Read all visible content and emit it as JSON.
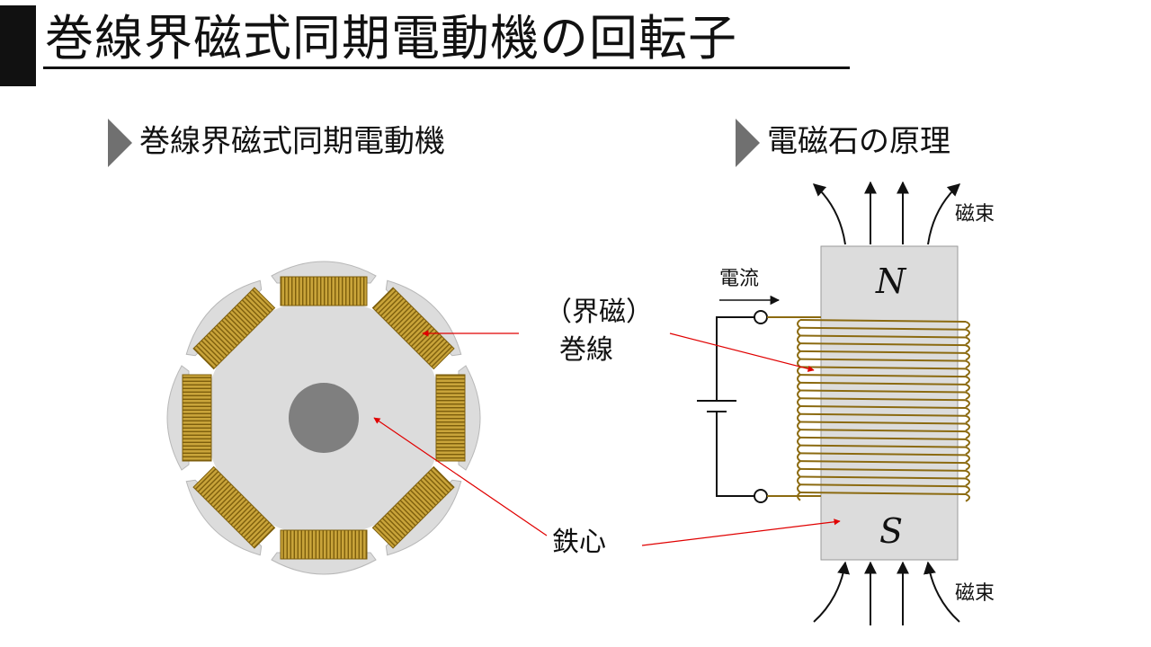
{
  "slide": {
    "title": "巻線界磁式同期電動機の回転子",
    "left_heading": "巻線界磁式同期電動機",
    "right_heading": "電磁石の原理"
  },
  "labels": {
    "winding_line1": "（界磁）",
    "winding_line2": "巻線",
    "iron_core": "鉄心",
    "current": "電流",
    "flux_top": "磁束",
    "flux_bottom": "磁束",
    "pole_n": "N",
    "pole_s": "S"
  },
  "colors": {
    "title_bar": "#111111",
    "triangle": "#707070",
    "iron": "#dcdcdc",
    "shaft": "#7f7f7f",
    "coil": "#8b6a10",
    "coil_highlight": "#d8b64a",
    "leader_line": "#e00000"
  },
  "icons": {
    "heading_marker": "triangle-right-icon"
  }
}
